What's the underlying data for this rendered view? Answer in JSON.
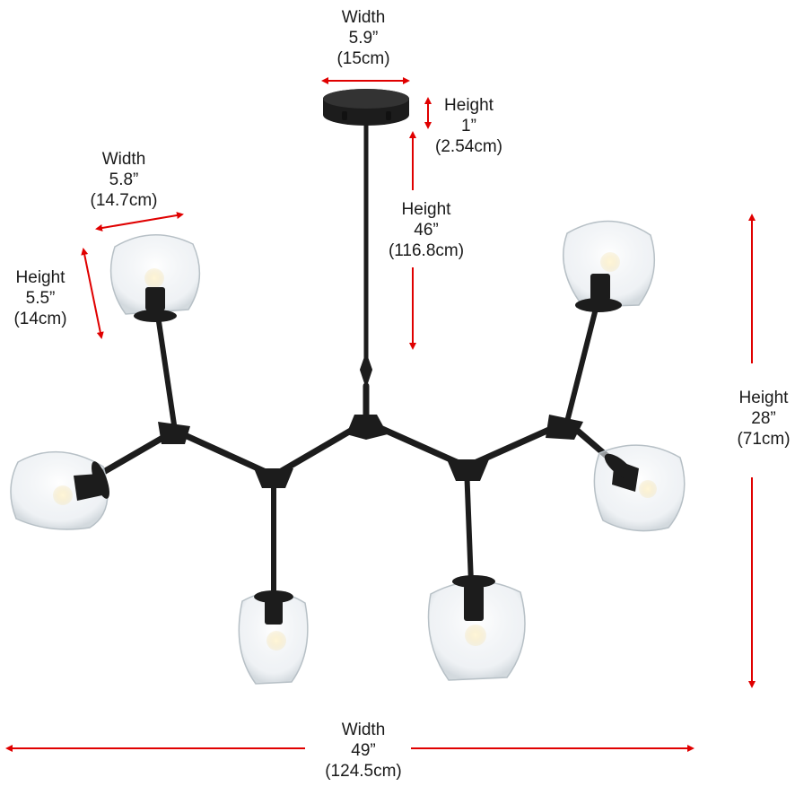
{
  "colors": {
    "arrow": "#e00000",
    "fixture": "#1c1c1c",
    "glass": "#e9eef2",
    "text": "#1a1a1a"
  },
  "dimensions": {
    "canopy_width": {
      "title": "Width",
      "imperial": "5.9”",
      "metric": "(15cm)"
    },
    "canopy_height": {
      "title": "Height",
      "imperial": "1”",
      "metric": "(2.54cm)"
    },
    "shade_width": {
      "title": "Width",
      "imperial": "5.8”",
      "metric": "(14.7cm)"
    },
    "shade_height": {
      "title": "Height",
      "imperial": "5.5”",
      "metric": "(14cm)"
    },
    "rod_height": {
      "title": "Height",
      "imperial": "46”",
      "metric": "(116.8cm)"
    },
    "body_height": {
      "title": "Height",
      "imperial": "28”",
      "metric": "(71cm)"
    },
    "overall_width": {
      "title": "Width",
      "imperial": "49”",
      "metric": "(124.5cm)"
    }
  }
}
